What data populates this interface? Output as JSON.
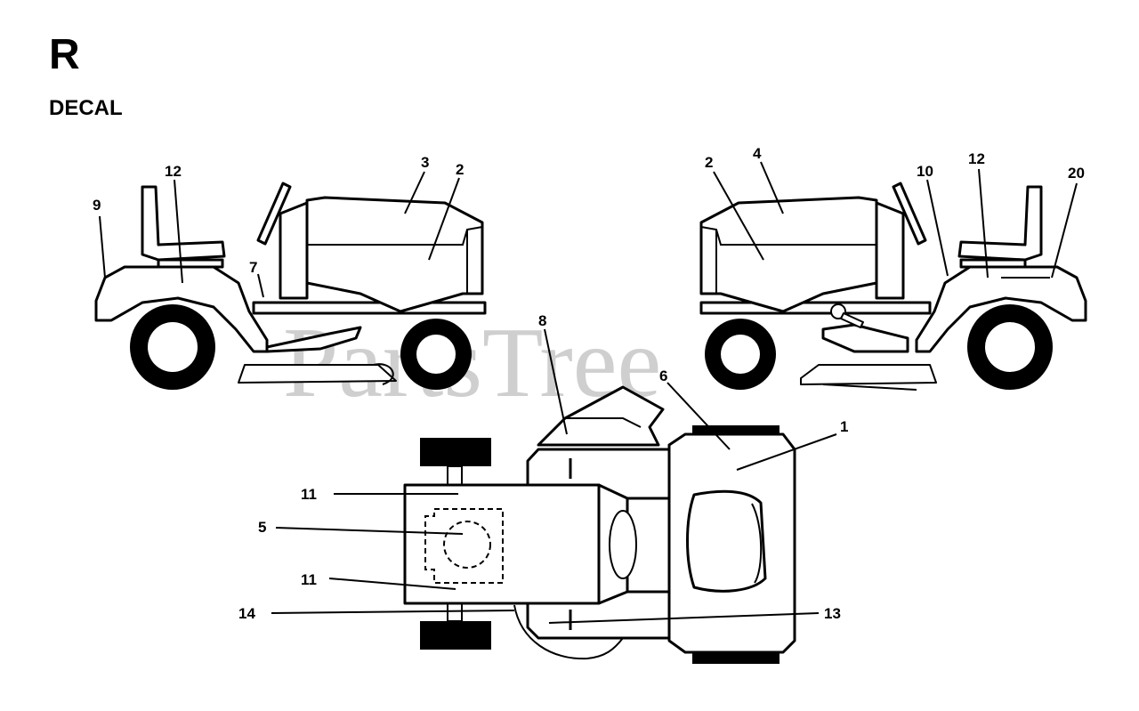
{
  "header": {
    "section_letter": "R",
    "section_title": "DECAL"
  },
  "watermark": "PartsTree",
  "callouts": [
    {
      "id": "left-9",
      "label": "9"
    },
    {
      "id": "left-12",
      "label": "12"
    },
    {
      "id": "left-7",
      "label": "7"
    },
    {
      "id": "left-3",
      "label": "3"
    },
    {
      "id": "left-2",
      "label": "2"
    },
    {
      "id": "right-2",
      "label": "2"
    },
    {
      "id": "right-4",
      "label": "4"
    },
    {
      "id": "right-10",
      "label": "10"
    },
    {
      "id": "right-12",
      "label": "12"
    },
    {
      "id": "right-20",
      "label": "20"
    },
    {
      "id": "top-8",
      "label": "8"
    },
    {
      "id": "top-6",
      "label": "6"
    },
    {
      "id": "top-1",
      "label": "1"
    },
    {
      "id": "top-11a",
      "label": "11"
    },
    {
      "id": "top-5",
      "label": "5"
    },
    {
      "id": "top-11b",
      "label": "11"
    },
    {
      "id": "top-14",
      "label": "14"
    },
    {
      "id": "top-13",
      "label": "13"
    }
  ]
}
